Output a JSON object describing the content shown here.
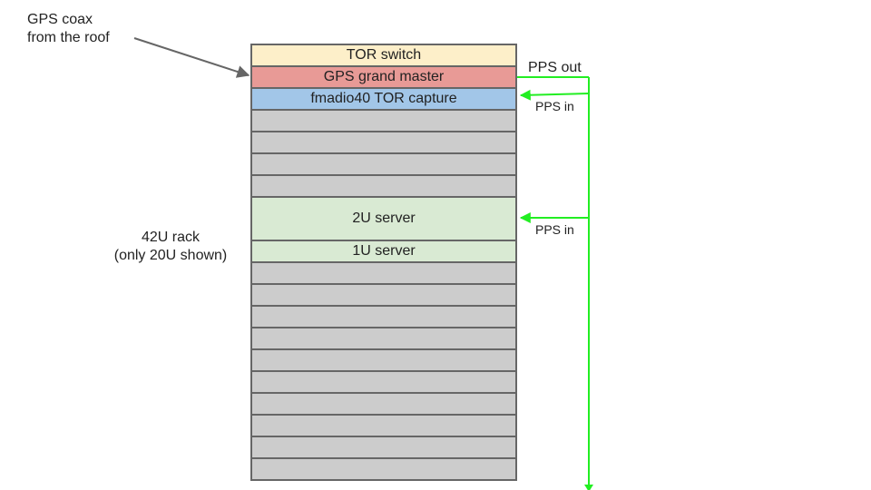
{
  "annotations": {
    "gps_coax_line1": "GPS coax",
    "gps_coax_line2": "from the roof",
    "rack_line1": "42U rack",
    "rack_line2": "(only 20U shown)",
    "pps_out": "PPS out",
    "pps_in_top": "PPS in",
    "pps_in_server": "PPS in"
  },
  "rack": {
    "units": [
      {
        "label": "TOR switch",
        "color": "#fdefc9"
      },
      {
        "label": "GPS grand master",
        "color": "#e89a96"
      },
      {
        "label": "fmadio40 TOR capture",
        "color": "#a2c6e8"
      },
      {
        "label": "",
        "color": "#cccccc"
      },
      {
        "label": "",
        "color": "#cccccc"
      },
      {
        "label": "",
        "color": "#cccccc"
      },
      {
        "label": "",
        "color": "#cccccc"
      },
      {
        "label": "2U server",
        "color": "#d9ead3"
      },
      {
        "label": "1U server",
        "color": "#d9ead3"
      },
      {
        "label": "",
        "color": "#cccccc"
      },
      {
        "label": "",
        "color": "#cccccc"
      },
      {
        "label": "",
        "color": "#cccccc"
      },
      {
        "label": "",
        "color": "#cccccc"
      },
      {
        "label": "",
        "color": "#cccccc"
      },
      {
        "label": "",
        "color": "#cccccc"
      },
      {
        "label": "",
        "color": "#cccccc"
      },
      {
        "label": "",
        "color": "#cccccc"
      },
      {
        "label": "",
        "color": "#cccccc"
      },
      {
        "label": "",
        "color": "#cccccc"
      }
    ]
  },
  "colors": {
    "pps_line": "#22ee22",
    "coax_arrow": "#666666",
    "rack_border": "#666666"
  }
}
